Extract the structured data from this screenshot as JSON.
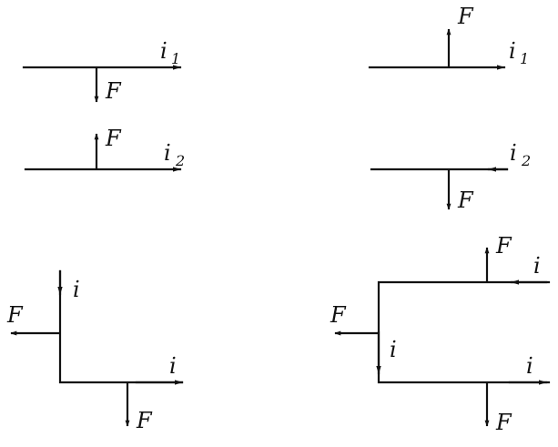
{
  "labels": {
    "force": "F",
    "current": "i",
    "sub_one": "1",
    "sub_two": "2"
  },
  "colors": {
    "ink": "#111111",
    "background": "#ffffff"
  }
}
